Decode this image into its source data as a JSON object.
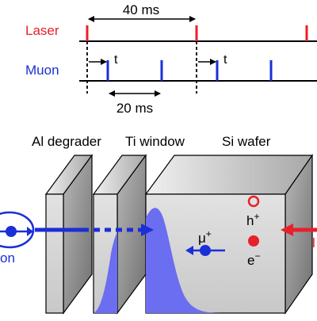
{
  "timing": {
    "laser_label": "Laser",
    "muon_label": "Muon",
    "period_label": "40 ms",
    "delay_label_1": "t",
    "delay_label_2": "t",
    "muon_spacing_label": "20 ms"
  },
  "setup": {
    "degrader_label": "Al degrader",
    "window_label": "Ti window",
    "wafer_label": "Si wafer",
    "muon_symbol": "μ",
    "muon_charge": "+",
    "hole_symbol": "h",
    "hole_charge": "+",
    "electron_symbol": "e",
    "electron_charge": "−",
    "beam_label_fragment": "on",
    "laser_label_fragment": "l"
  },
  "colors": {
    "laser": "#e8202a",
    "muon": "#1a2fd6",
    "implantation_profile": "#6b6ef0",
    "slab_face": "#d4d4d4",
    "slab_side": "#8e8e8e"
  }
}
